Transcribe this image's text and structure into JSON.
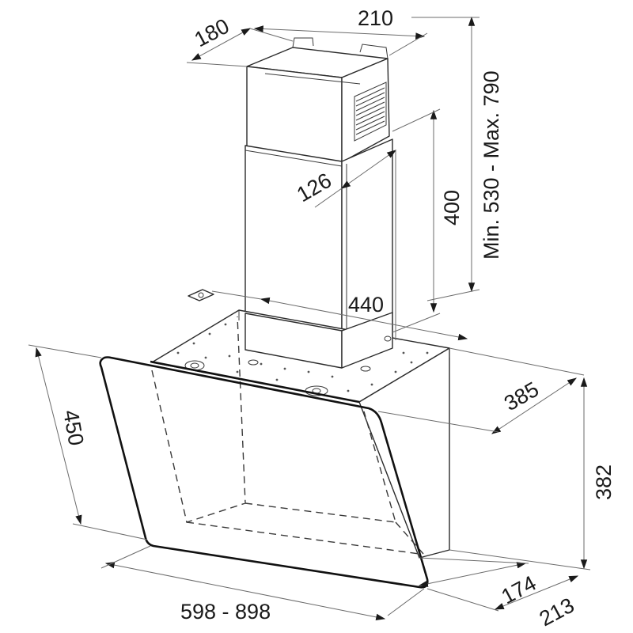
{
  "dimensions": {
    "chimney_width": "180",
    "chimney_depth": "210",
    "chimney_height_range": "Min. 530 - Max. 790",
    "inner_chimney_height": "400",
    "chimney_offset": "126",
    "bracket_span": "440",
    "canopy_slant": "450",
    "hood_depth": "385",
    "hood_height": "382",
    "hood_width_range": "598 - 898",
    "bottom_depth": "174",
    "total_depth": "213"
  },
  "colors": {
    "line": "#2b2b2b",
    "glass": "#111111",
    "dimension": "#6b6b6b"
  }
}
